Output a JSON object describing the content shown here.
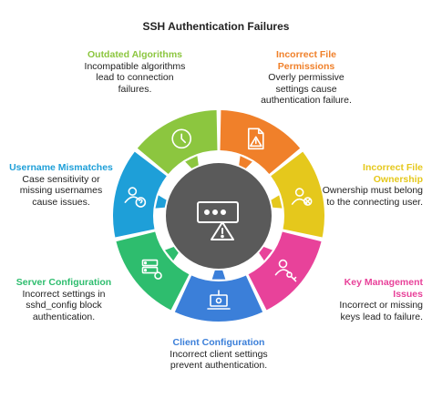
{
  "title": "SSH Authentication Failures",
  "colors": {
    "outdated": "#8CC63F",
    "permissions": "#F0802A",
    "ownership": "#E5C81C",
    "keys": "#E8429A",
    "client": "#3B7FD9",
    "server": "#2EBD6E",
    "username": "#1E9FD8",
    "center": "#5a5a5a"
  },
  "segments": [
    {
      "id": "outdated",
      "heading": "Outdated Algorithms",
      "desc": "Incompatible algorithms lead to connection failures.",
      "icon": "clock-icon"
    },
    {
      "id": "permissions",
      "heading": "Incorrect File Permissions",
      "desc": "Overly permissive settings cause authentication failure.",
      "icon": "file-warning-icon"
    },
    {
      "id": "ownership",
      "heading": "Incorrect File Ownership",
      "desc": "Ownership must belong to the connecting user.",
      "icon": "user-x-icon"
    },
    {
      "id": "keys",
      "heading": "Key Management Issues",
      "desc": "Incorrect or missing keys lead to failure.",
      "icon": "user-key-icon"
    },
    {
      "id": "client",
      "heading": "Client Configuration",
      "desc": "Incorrect client settings prevent authentication.",
      "icon": "laptop-settings-icon"
    },
    {
      "id": "server",
      "heading": "Server Configuration",
      "desc": "Incorrect settings in sshd_config block authentication.",
      "icon": "server-settings-icon"
    },
    {
      "id": "username",
      "heading": "Username Mismatches",
      "desc": "Case sensitivity or missing usernames cause issues.",
      "icon": "user-question-icon"
    }
  ]
}
